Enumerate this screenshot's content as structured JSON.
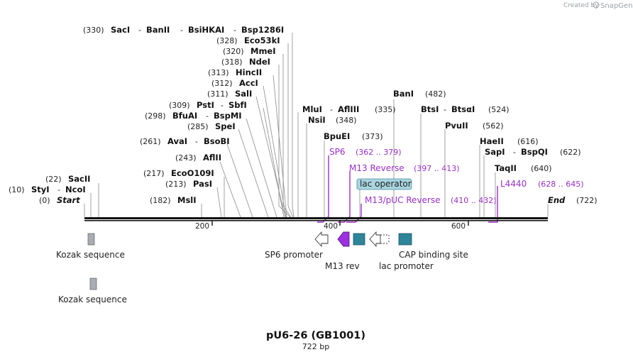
{
  "credit": {
    "text": "Created by",
    "brand": "SnapGene"
  },
  "title": "pU6-26 (GB1001)",
  "subtitle": "722 bp",
  "ruler": {
    "ticks": [
      "200",
      "400",
      "600"
    ]
  },
  "sites": [
    {
      "pos": "(330)",
      "names": [
        "SacI",
        "BanII",
        "BsiHKAI",
        "Bsp1286I"
      ]
    },
    {
      "pos": "(328)",
      "names": [
        "Eco53kI"
      ]
    },
    {
      "pos": "(320)",
      "names": [
        "MmeI"
      ]
    },
    {
      "pos": "(318)",
      "names": [
        "NdeI"
      ]
    },
    {
      "pos": "(313)",
      "names": [
        "HincII"
      ]
    },
    {
      "pos": "(312)",
      "names": [
        "AccI"
      ]
    },
    {
      "pos": "(311)",
      "names": [
        "SalI"
      ]
    },
    {
      "pos": "(309)",
      "names": [
        "PstI",
        "SbfI"
      ]
    },
    {
      "pos": "(298)",
      "names": [
        "BfuAI",
        "BspMI"
      ]
    },
    {
      "pos": "(285)",
      "names": [
        "SpeI"
      ]
    },
    {
      "pos": "(261)",
      "names": [
        "AvaI",
        "BsoBI"
      ]
    },
    {
      "pos": "(243)",
      "names": [
        "AflII"
      ]
    },
    {
      "pos": "(217)",
      "names": [
        "EcoO109I"
      ]
    },
    {
      "pos": "(213)",
      "names": [
        "PasI"
      ]
    },
    {
      "pos": "(182)",
      "names": [
        "MslI"
      ]
    },
    {
      "pos": "(22)",
      "names": [
        "SacII"
      ]
    },
    {
      "pos": "(10)",
      "names": [
        "StyI",
        "NcoI"
      ]
    },
    {
      "pos": "(0)",
      "names": [
        "Start"
      ]
    },
    {
      "pos": "(335)",
      "names": [
        "MluI",
        "AflIII"
      ]
    },
    {
      "pos": "(348)",
      "names": [
        "NsiI"
      ]
    },
    {
      "pos": "(373)",
      "names": [
        "BpuEI"
      ]
    },
    {
      "pos": "(482)",
      "names": [
        "BanI"
      ]
    },
    {
      "pos": "(524)",
      "names": [
        "BtsI",
        "BtsαI"
      ]
    },
    {
      "pos": "(562)",
      "names": [
        "PvuII"
      ]
    },
    {
      "pos": "(616)",
      "names": [
        "HaeII"
      ]
    },
    {
      "pos": "(622)",
      "names": [
        "SapI",
        "BspQI"
      ]
    },
    {
      "pos": "(640)",
      "names": [
        "TaqII"
      ]
    },
    {
      "pos": "(722)",
      "names": [
        "End"
      ]
    }
  ],
  "primers": [
    {
      "name": "SP6",
      "range": "(362 .. 379)"
    },
    {
      "name": "M13 Reverse",
      "range": "(397 .. 413)"
    },
    {
      "name": "M13/pUC Reverse",
      "range": "(410 .. 432)"
    },
    {
      "name": "L4440",
      "range": "(628 .. 645)"
    }
  ],
  "features": [
    {
      "label": "Kozak sequence",
      "color": "#a9adb3"
    },
    {
      "label": "Kozak sequence",
      "color": "#a9adb3"
    },
    {
      "label": "SP6 promoter",
      "color": "#ffffff"
    },
    {
      "label": "M13 rev",
      "color": "#9b30e0"
    },
    {
      "label": "lac operator",
      "color": "#2e8499"
    },
    {
      "label": "lac promoter",
      "color": "#ffffff"
    },
    {
      "label": "CAP binding site",
      "color": "#2e8499"
    }
  ],
  "colors": {
    "primer": "#9b2fc9",
    "lac_operator_box": "#a8d5e0"
  }
}
